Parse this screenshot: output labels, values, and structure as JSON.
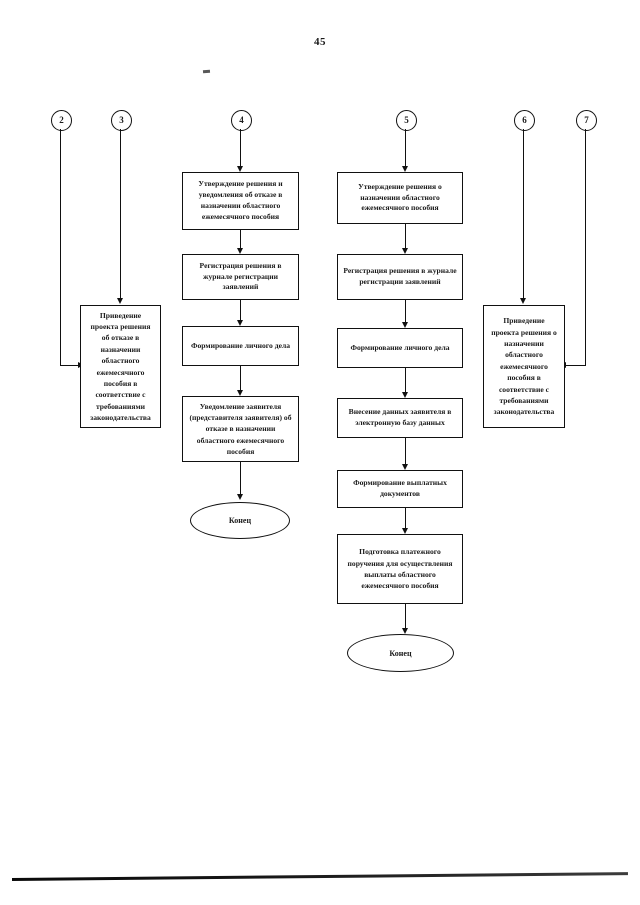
{
  "document": {
    "page_number": "45",
    "language": "ru"
  },
  "diagram": {
    "type": "flowchart",
    "connectors": [
      {
        "id": "c2",
        "label": "2"
      },
      {
        "id": "c3",
        "label": "3"
      },
      {
        "id": "c4",
        "label": "4"
      },
      {
        "id": "c5",
        "label": "5"
      },
      {
        "id": "c6",
        "label": "6"
      },
      {
        "id": "c7",
        "label": "7"
      }
    ],
    "branch_refusal_left": {
      "box": "Приведение проекта решения об отказе в назначении областного ежемесячного пособия в соответствие с требованиями законодательства"
    },
    "branch_refusal": {
      "steps": [
        "Утверждение решения и уведомления об отказе в назначении областного ежемесячного пособия",
        "Регистрация решения в журнале регистрации заявлений",
        "Формирование личного дела",
        "Уведомление заявителя (представителя заявителя) об отказе в назначении областного ежемесячного пособия"
      ],
      "terminator": "Конец"
    },
    "branch_grant": {
      "steps": [
        "Утверждение решения о назначении областного ежемесячного пособия",
        "Регистрация решения в журнале регистрации заявлений",
        "Формирование личного дела",
        "Внесение данных заявителя в электронную базу данных",
        "Формирование выплатных документов",
        "Подготовка платежного поручения для осуществления выплаты областного ежемесячного пособия"
      ],
      "terminator": "Конец"
    },
    "branch_grant_right": {
      "box": "Приведение проекта решения о назначении областного ежемесячного пособия в соответствие с требованиями законодательства"
    }
  }
}
